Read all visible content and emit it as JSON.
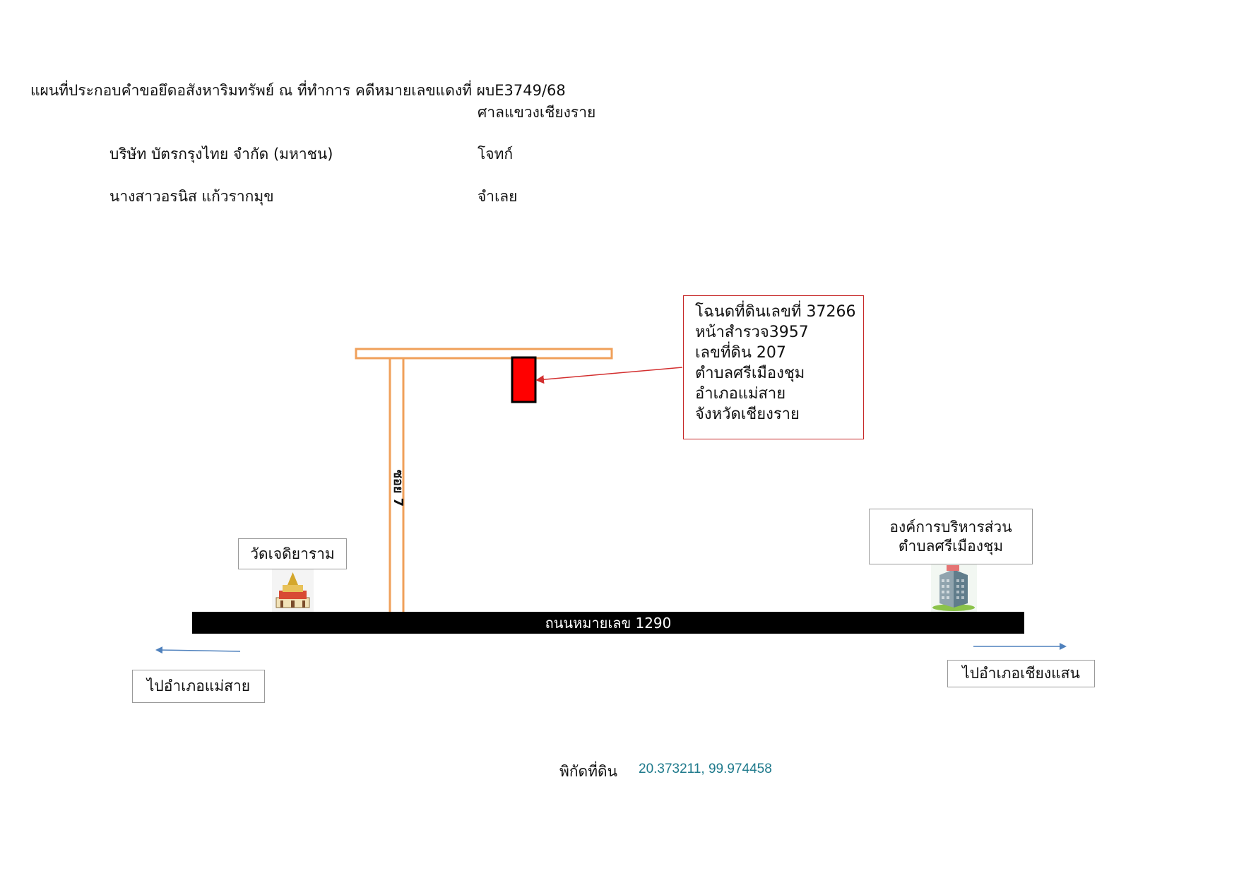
{
  "header": {
    "title": "แผนที่ประกอบคำขอยึดอสังหาริมทรัพย์ ณ ที่ทำการ คดีหมายเลขแดงที่ ผบE3749/68",
    "court": "ศาลแขวงเชียงราย",
    "plaintiff_name": "บริษัท บัตรกรุงไทย จำกัด (มหาชน)",
    "plaintiff_role": "โจทก์",
    "defendant_name": "นางสาวอรนิส แก้วรากมุข",
    "defendant_role": "จำเลย"
  },
  "parcel": {
    "lines": [
      "โฉนดที่ดินเลขที่ 37266",
      "หน้าสำรวจ3957",
      "เลขที่ดิน 207",
      "ตำบลศรีเมืองชุม",
      "อำเภอแม่สาย",
      "จังหวัดเชียงราย"
    ],
    "marker_color": "#ff0000"
  },
  "map": {
    "soi_label": "ซอย 7",
    "main_road_label": "ถนนหมายเลข 1290",
    "temple_label": "วัดเจดิยาราม",
    "office_label_line1": "องค์การบริหารส่วน",
    "office_label_line2": "ตำบลศรีเมืองชุม",
    "left_direction": "ไปอำเภอแม่สาย",
    "right_direction": "ไปอำเภอเชียงแสน",
    "soi_color": "#f0a05a",
    "arrow_color": "#4f81bd",
    "pointer_color": "#d32f2f"
  },
  "coordinates": {
    "label": "พิกัดที่ดิน",
    "value": "20.373211, 99.974458"
  }
}
